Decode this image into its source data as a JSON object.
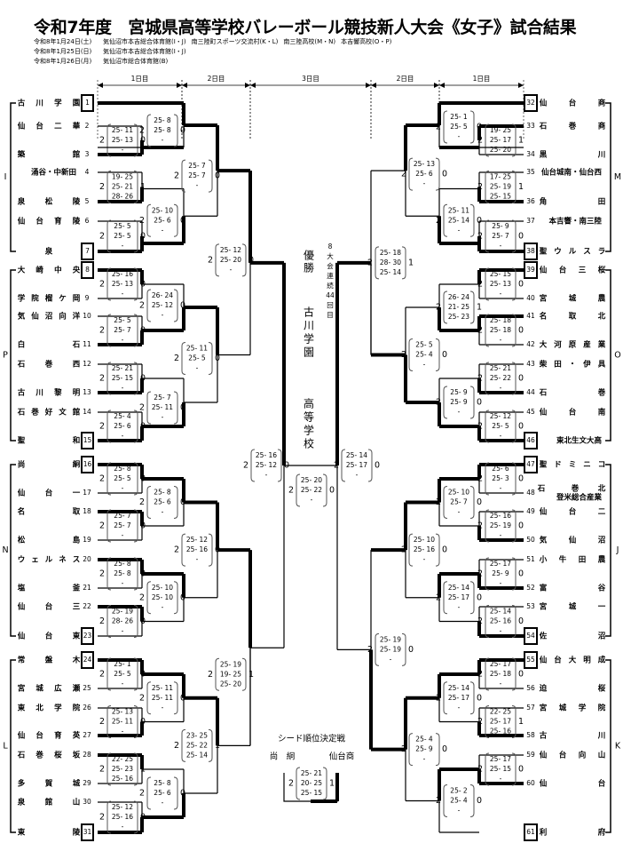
{
  "header": {
    "title": "令和7年度　宮城県高等学校バレーボール競技新人大会《女子》試合結果",
    "schedule": [
      {
        "date": "令和8年1月24日(土)",
        "venues": [
          "気仙沼市本吉総合体育館(I・J)",
          "南三陸町スポーツ交流村(K・L)",
          "南三陸高校(M・N)",
          "本吉響高校(O・P)"
        ]
      },
      {
        "date": "令和8年1月25日(日)",
        "venues": [
          "気仙沼市本吉総合体育館(I・J)"
        ]
      },
      {
        "date": "令和8年1月26日(月)",
        "venues": [
          "気仙沼市総合体育館(B)"
        ]
      }
    ]
  },
  "day_labels": {
    "left_day1": "1日目",
    "left_day2": "2日目",
    "center_day3": "3日目",
    "right_day2": "2日目",
    "right_day1": "1日目"
  },
  "blocks": {
    "left": [
      {
        "label": "I",
        "teams": [
          {
            "no": 1,
            "name": "古川学園",
            "seed": true
          },
          {
            "no": 2,
            "name": "仙台二華"
          },
          {
            "no": 3,
            "name": "築館"
          },
          {
            "no": 4,
            "name": "涌谷・中新田"
          },
          {
            "no": 5,
            "name": "泉松陵"
          },
          {
            "no": 6,
            "name": "仙台育陵"
          },
          {
            "no": 7,
            "name": "泉",
            "seed": true
          }
        ]
      },
      {
        "label": "P",
        "teams": [
          {
            "no": 8,
            "name": "大崎中央",
            "seed": true
          },
          {
            "no": 9,
            "name": "学院榴ケ岡"
          },
          {
            "no": 10,
            "name": "気仙沼向洋"
          },
          {
            "no": 11,
            "name": "白石"
          },
          {
            "no": 12,
            "name": "石巻西"
          },
          {
            "no": 13,
            "name": "古川黎明"
          },
          {
            "no": 14,
            "name": "石巻好文館"
          },
          {
            "no": 15,
            "name": "聖和",
            "seed": true
          }
        ]
      },
      {
        "label": "N",
        "teams": [
          {
            "no": 16,
            "name": "尚絅",
            "seed": true
          },
          {
            "no": 17,
            "name": "仙台一"
          },
          {
            "no": 18,
            "name": "名取"
          },
          {
            "no": 19,
            "name": "松島"
          },
          {
            "no": 20,
            "name": "ウェルネス"
          },
          {
            "no": 21,
            "name": "塩釜"
          },
          {
            "no": 22,
            "name": "仙台三"
          },
          {
            "no": 23,
            "name": "仙台東",
            "seed": true
          }
        ]
      },
      {
        "label": "L",
        "teams": [
          {
            "no": 24,
            "name": "常盤木",
            "seed": true
          },
          {
            "no": 25,
            "name": "宮城広瀬"
          },
          {
            "no": 26,
            "name": "東北学院"
          },
          {
            "no": 27,
            "name": "仙台育英"
          },
          {
            "no": 28,
            "name": "石巻桜坂"
          },
          {
            "no": 29,
            "name": "多賀城"
          },
          {
            "no": 30,
            "name": "泉館山"
          },
          {
            "no": 31,
            "name": "東陵",
            "seed": true
          }
        ]
      }
    ],
    "right": [
      {
        "label": "M",
        "teams": [
          {
            "no": 32,
            "name": "仙台商",
            "seed": true
          },
          {
            "no": 33,
            "name": "石巻商"
          },
          {
            "no": 34,
            "name": "黒川"
          },
          {
            "no": 35,
            "name": "仙台城南・仙台西"
          },
          {
            "no": 36,
            "name": "角田"
          },
          {
            "no": 37,
            "name": "本吉響・南三陸"
          },
          {
            "no": 38,
            "name": "聖ウルスラ",
            "seed": true
          }
        ]
      },
      {
        "label": "O",
        "teams": [
          {
            "no": 39,
            "name": "仙台三桜",
            "seed": true
          },
          {
            "no": 40,
            "name": "宮城農"
          },
          {
            "no": 41,
            "name": "名取北"
          },
          {
            "no": 42,
            "name": "大河原産業"
          },
          {
            "no": 43,
            "name": "柴田・伊具"
          },
          {
            "no": 44,
            "name": "石巻"
          },
          {
            "no": 45,
            "name": "仙台南"
          },
          {
            "no": 46,
            "name": "東北生文大高",
            "seed": true
          }
        ]
      },
      {
        "label": "J",
        "teams": [
          {
            "no": 47,
            "name": "聖ドミニコ",
            "seed": true
          },
          {
            "no": 48,
            "name": "石巻北登米総合産業"
          },
          {
            "no": 49,
            "name": "仙台二"
          },
          {
            "no": 50,
            "name": "気仙沼"
          },
          {
            "no": 51,
            "name": "小牛田農"
          },
          {
            "no": 52,
            "name": "富谷"
          },
          {
            "no": 53,
            "name": "宮城一"
          },
          {
            "no": 54,
            "name": "佐沼",
            "seed": true
          }
        ]
      },
      {
        "label": "K",
        "teams": [
          {
            "no": 55,
            "name": "仙台大明成",
            "seed": true
          },
          {
            "no": 56,
            "name": "迫桜"
          },
          {
            "no": 57,
            "name": "宮城学院"
          },
          {
            "no": 58,
            "name": "古川"
          },
          {
            "no": 59,
            "name": "仙台向山"
          },
          {
            "no": 60,
            "name": "仙台"
          },
          {
            "no": 61,
            "name": "利府",
            "seed": true
          }
        ]
      }
    ]
  },
  "matches": {
    "left": [
      {
        "id": "L-I-r1a",
        "sets": [
          "25-11",
          "25-13",
          "-"
        ],
        "a": 2,
        "b": 0
      },
      {
        "id": "L-I-r1b",
        "sets": [
          "19-25",
          "25-21",
          "28-26"
        ],
        "a": 2,
        "b": 1
      },
      {
        "id": "L-I-r1c",
        "sets": [
          "25-5",
          "25-5",
          "-"
        ],
        "a": 2,
        "b": 0
      },
      {
        "id": "L-I-r2a",
        "sets": [
          "25-8",
          "25-8",
          "-"
        ],
        "a": 2,
        "b": 0
      },
      {
        "id": "L-I-r2b",
        "sets": [
          "25-10",
          "25-6",
          "-"
        ],
        "a": 2,
        "b": 0
      },
      {
        "id": "L-I-r3",
        "sets": [
          "25-7",
          "25-7",
          "-"
        ],
        "a": 2,
        "b": 0
      },
      {
        "id": "L-P-r1a",
        "sets": [
          "25-16",
          "25-13",
          "-"
        ],
        "a": 2,
        "b": 0
      },
      {
        "id": "L-P-r1b",
        "sets": [
          "25-5",
          "25-7",
          "-"
        ],
        "a": 2,
        "b": 0
      },
      {
        "id": "L-P-r1c",
        "sets": [
          "25-21",
          "25-15",
          "-"
        ],
        "a": 2,
        "b": 0
      },
      {
        "id": "L-P-r1d",
        "sets": [
          "25-4",
          "25-6",
          "-"
        ],
        "a": 2,
        "b": 0
      },
      {
        "id": "L-P-r2a",
        "sets": [
          "26-24",
          "25-12",
          "-"
        ],
        "a": 2,
        "b": 0
      },
      {
        "id": "L-P-r2b",
        "sets": [
          "25-7",
          "25-11",
          "-"
        ],
        "a": 2,
        "b": 0
      },
      {
        "id": "L-P-r3",
        "sets": [
          "25-11",
          "25-5",
          "-"
        ],
        "a": 2,
        "b": 0
      },
      {
        "id": "L-IP-r4",
        "sets": [
          "25-12",
          "25-20",
          "-"
        ],
        "a": 2,
        "b": 0
      },
      {
        "id": "L-N-r1a",
        "sets": [
          "25-8",
          "25-5",
          "-"
        ],
        "a": 2,
        "b": 0
      },
      {
        "id": "L-N-r1b",
        "sets": [
          "25-7",
          "25-7",
          "-"
        ],
        "a": 2,
        "b": 0
      },
      {
        "id": "L-N-r1c",
        "sets": [
          "25-8",
          "25-8",
          "-"
        ],
        "a": 2,
        "b": 0
      },
      {
        "id": "L-N-r1d",
        "sets": [
          "25-19",
          "28-26",
          "-"
        ],
        "a": 2,
        "b": 0
      },
      {
        "id": "L-N-r2a",
        "sets": [
          "25-8",
          "25-6",
          "-"
        ],
        "a": 2,
        "b": 0
      },
      {
        "id": "L-N-r2b",
        "sets": [
          "25-10",
          "25-10",
          "-"
        ],
        "a": 2,
        "b": 0
      },
      {
        "id": "L-N-r3",
        "sets": [
          "25-12",
          "25-16",
          "-"
        ],
        "a": 2,
        "b": 0
      },
      {
        "id": "L-L-r1a",
        "sets": [
          "25-1",
          "25-5",
          "-"
        ],
        "a": 2,
        "b": 0
      },
      {
        "id": "L-L-r1b",
        "sets": [
          "25-13",
          "25-11",
          "-"
        ],
        "a": 2,
        "b": 0
      },
      {
        "id": "L-L-r1c",
        "sets": [
          "22-25",
          "25-23",
          "25-16"
        ],
        "a": 2,
        "b": 1
      },
      {
        "id": "L-L-r1d",
        "sets": [
          "25-12",
          "25-16",
          "-"
        ],
        "a": 2,
        "b": 0
      },
      {
        "id": "L-L-r2a",
        "sets": [
          "25-11",
          "25-11",
          "-"
        ],
        "a": 2,
        "b": 0
      },
      {
        "id": "L-L-r2b",
        "sets": [
          "25-8",
          "25-6",
          "-"
        ],
        "a": 2,
        "b": 0
      },
      {
        "id": "L-L-r3",
        "sets": [
          "23-25",
          "25-22",
          "25-14"
        ],
        "a": 2,
        "b": 1
      },
      {
        "id": "L-NL-r4",
        "sets": [
          "25-19",
          "19-25",
          "25-20"
        ],
        "a": 2,
        "b": 1
      },
      {
        "id": "L-semi",
        "sets": [
          "25-16",
          "25-12",
          "-"
        ],
        "a": 2,
        "b": 0
      }
    ],
    "right": [
      {
        "id": "R-M-r1a",
        "sets": [
          "19-25",
          "25-17",
          "25-20"
        ],
        "a": 2,
        "b": 1
      },
      {
        "id": "R-M-r1b",
        "sets": [
          "17-25",
          "25-19",
          "25-15"
        ],
        "a": 2,
        "b": 1
      },
      {
        "id": "R-M-r1c",
        "sets": [
          "25-9",
          "25-7",
          "-"
        ],
        "a": 2,
        "b": 0
      },
      {
        "id": "R-M-r2a",
        "sets": [
          "25-1",
          "25-5",
          "-"
        ],
        "a": 2,
        "b": 0
      },
      {
        "id": "R-M-r2b",
        "sets": [
          "25-11",
          "25-14",
          "-"
        ],
        "a": 2,
        "b": 0
      },
      {
        "id": "R-M-r3",
        "sets": [
          "25-13",
          "25-6",
          "-"
        ],
        "a": 2,
        "b": 0
      },
      {
        "id": "R-O-r1a",
        "sets": [
          "25-15",
          "25-13",
          "-"
        ],
        "a": 2,
        "b": 0
      },
      {
        "id": "R-O-r1b",
        "sets": [
          "25-18",
          "25-18",
          "-"
        ],
        "a": 2,
        "b": 0
      },
      {
        "id": "R-O-r1c",
        "sets": [
          "25-21",
          "25-22",
          "-"
        ],
        "a": 2,
        "b": 0
      },
      {
        "id": "R-O-r1d",
        "sets": [
          "25-12",
          "25-5",
          "-"
        ],
        "a": 2,
        "b": 0
      },
      {
        "id": "R-O-r2a",
        "sets": [
          "26-24",
          "21-25",
          "25-23"
        ],
        "a": 2,
        "b": 1
      },
      {
        "id": "R-O-r2b",
        "sets": [
          "25-9",
          "25-9",
          "-"
        ],
        "a": 2,
        "b": 0
      },
      {
        "id": "R-O-r3",
        "sets": [
          "25-5",
          "25-4",
          "-"
        ],
        "a": 2,
        "b": 0
      },
      {
        "id": "R-MO-r4",
        "sets": [
          "25-18",
          "28-30",
          "25-14"
        ],
        "a": 2,
        "b": 1
      },
      {
        "id": "R-J-r1a",
        "sets": [
          "25-6",
          "25-3",
          "-"
        ],
        "a": 2,
        "b": 0
      },
      {
        "id": "R-J-r1b",
        "sets": [
          "25-16",
          "25-19",
          "-"
        ],
        "a": 2,
        "b": 0
      },
      {
        "id": "R-J-r1c",
        "sets": [
          "25-17",
          "25-9",
          "-"
        ],
        "a": 2,
        "b": 0
      },
      {
        "id": "R-J-r1d",
        "sets": [
          "25-14",
          "25-16",
          "-"
        ],
        "a": 2,
        "b": 0
      },
      {
        "id": "R-J-r2a",
        "sets": [
          "25-10",
          "25-7",
          "-"
        ],
        "a": 2,
        "b": 0
      },
      {
        "id": "R-J-r2b",
        "sets": [
          "25-14",
          "25-17",
          "-"
        ],
        "a": 2,
        "b": 0
      },
      {
        "id": "R-J-r3",
        "sets": [
          "25-10",
          "25-16",
          "-"
        ],
        "a": 2,
        "b": 0
      },
      {
        "id": "R-K-r1a",
        "sets": [
          "25-17",
          "25-18",
          "-"
        ],
        "a": 2,
        "b": 0
      },
      {
        "id": "R-K-r1b",
        "sets": [
          "22-25",
          "25-17",
          "25-16"
        ],
        "a": 2,
        "b": 1
      },
      {
        "id": "R-K-r1c",
        "sets": [
          "25-17",
          "25-15",
          "-"
        ],
        "a": 2,
        "b": 0
      },
      {
        "id": "R-K-r2a",
        "sets": [
          "25-14",
          "25-17",
          "-"
        ],
        "a": 2,
        "b": 0
      },
      {
        "id": "R-K-r2b",
        "sets": [
          "25-2",
          "25-4",
          "-"
        ],
        "a": 2,
        "b": 0
      },
      {
        "id": "R-K-r3",
        "sets": [
          "25-4",
          "25-9",
          "-"
        ],
        "a": 2,
        "b": 0
      },
      {
        "id": "R-JK-r4",
        "sets": [
          "25-19",
          "25-19",
          "-"
        ],
        "a": 2,
        "b": 0
      },
      {
        "id": "R-semi",
        "sets": [
          "25-14",
          "25-17",
          "-"
        ],
        "a": 2,
        "b": 0
      }
    ],
    "final": {
      "sets": [
        "25-20",
        "25-22",
        "-"
      ],
      "a": 2,
      "b": 0
    }
  },
  "champion": {
    "label": "優勝",
    "name": "古川学園高等学校",
    "note": "8大会連続44回目"
  },
  "seed_playoff": {
    "title": "シード順位決定戦",
    "team_a": "尚絅",
    "team_b": "仙台商",
    "sets": [
      "25-21",
      "20-25",
      "25-15"
    ],
    "a": 2,
    "b": 1
  }
}
